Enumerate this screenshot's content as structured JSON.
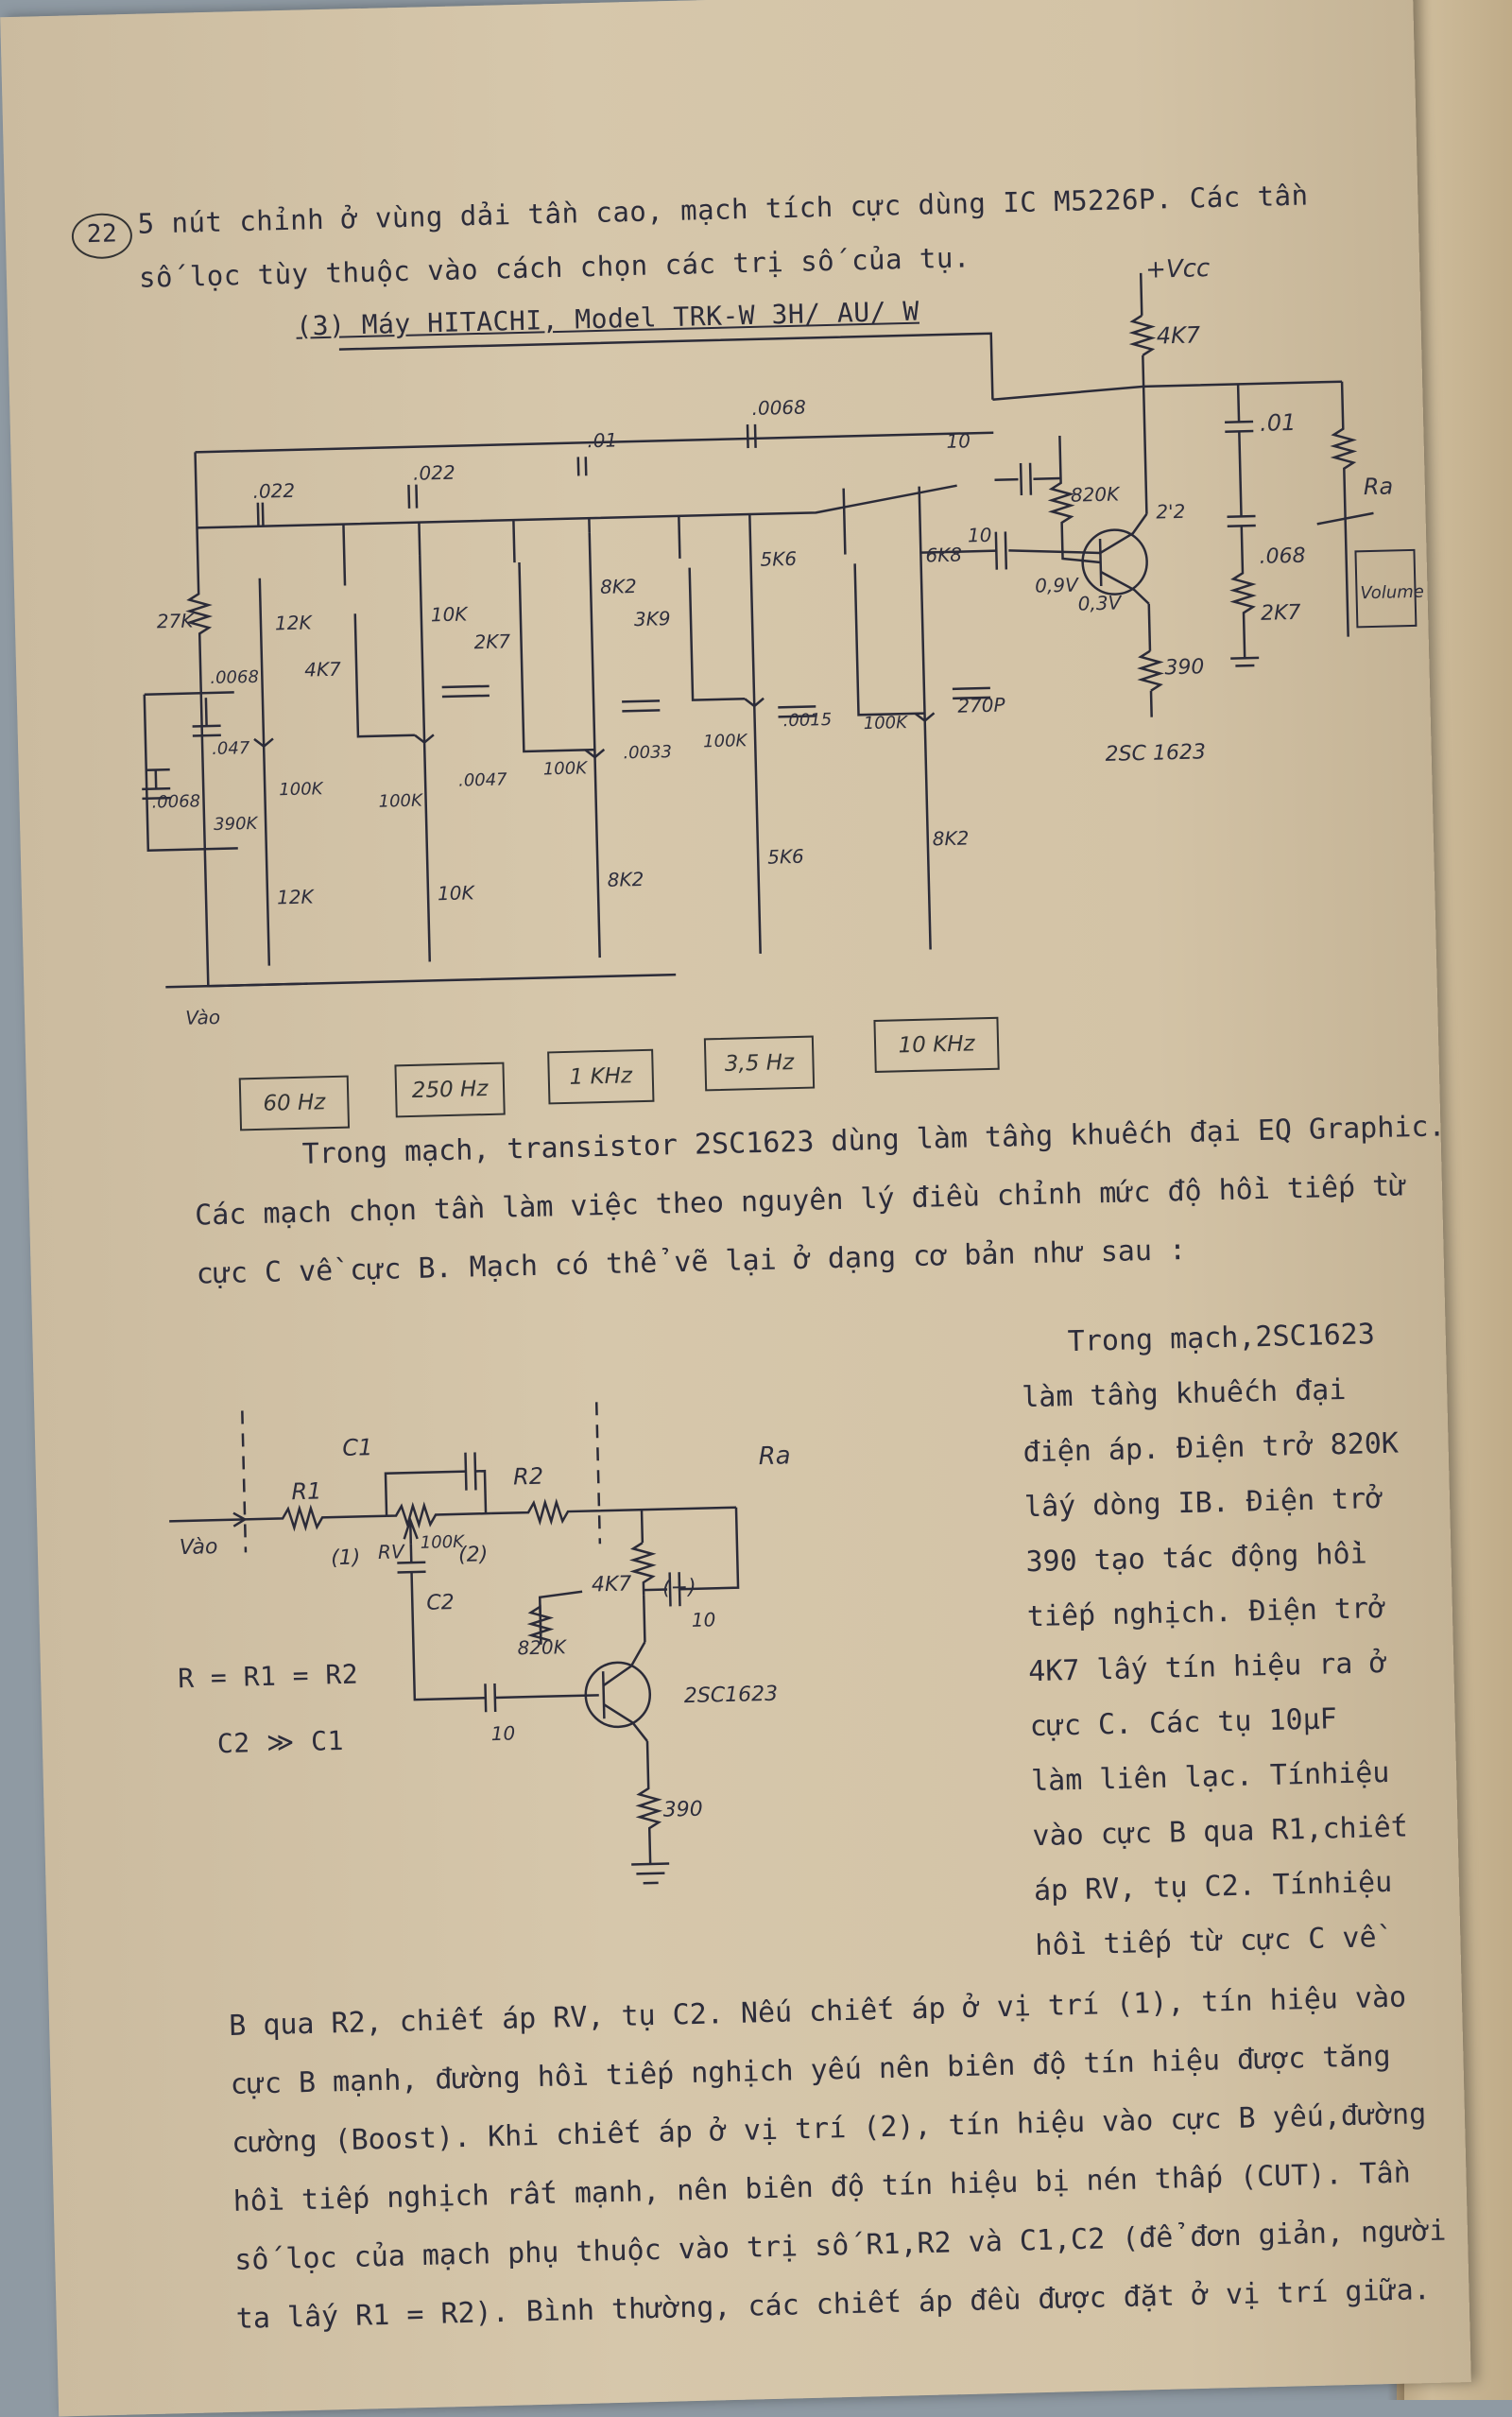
{
  "header": {
    "number": "22",
    "line1": "5 nút chỉnh ở vùng dải tần cao, mạch tích cực dùng IC M5226P. Các tần",
    "line2": "số lọc tùy thuộc vào cách chọn các trị số của tụ.",
    "model": "(3) Máy HITACHI, Model TRK-W 3H/ AU/ W"
  },
  "circuit1": {
    "labels": {
      "vcc": "+Vcc",
      "r4k7": "4K7",
      "c01a": ".01",
      "ra": "Ra",
      "volume": "Volume",
      "c068": ".068",
      "r2k7b": "2K7",
      "c022a": ".022",
      "c022b": ".022",
      "c01b": ".01",
      "c0068": ".0068",
      "c10a": "10",
      "c10b": "10",
      "r820k": "820K",
      "q2": "2'2",
      "v09": "0,9V",
      "v03": "0,3V",
      "r390": "390",
      "q_name": "2SC 1623",
      "r27k": "27K",
      "r12k": "12K",
      "r10k": "10K",
      "r8k2": "8K2",
      "r5k6": "5K6",
      "r6k8": "6K8",
      "r4k7b": "4K7",
      "r2k7": "2K7",
      "r3k9": "3K9",
      "c0068b": ".0068",
      "c047": ".047",
      "c0068c": ".0068",
      "r390k": "390K",
      "r100k": "100K",
      "c0047": ".0047",
      "c0033": ".0033",
      "c0015": ".0015",
      "c270p": "270P",
      "r12k2": "12K",
      "r10k2": "10K",
      "r8k2b": "8K2",
      "r5k6b": "5K6",
      "r8k2c": "8K2",
      "vao": "Vào"
    },
    "bands": [
      "60 Hz",
      "250 Hz",
      "1 KHz",
      "3,5 Hz",
      "10 KHz"
    ]
  },
  "paragraph1": [
    "Trong mạch, transistor 2SC1623 dùng làm tầng khuếch đại EQ Graphic.",
    "Các mạch chọn tần làm việc theo nguyên lý điều chỉnh mức độ hồi tiếp từ",
    "cực C về cực B. Mạch có thể vẽ lại ở dạng cơ bản như sau :"
  ],
  "circuit2": {
    "labels": {
      "c1": "C1",
      "r1": "R1",
      "r2": "R2",
      "ra": "Ra",
      "rv": "RV",
      "r100k": "100K",
      "p1": "(1)",
      "p2": "(2)",
      "vao": "Vào",
      "c2": "C2",
      "plus": "(+)",
      "r4k7": "4K7",
      "c10a": "10",
      "r820k": "820K",
      "q": "2SC1623",
      "c10b": "10",
      "r390": "390"
    },
    "eq1": "R = R1 = R2",
    "eq2": "C2 ≫ C1"
  },
  "side_text": [
    "Trong mạch,2SC1623",
    "làm tầng khuếch đại",
    "điện áp. Điện trở 820K",
    "lấy dòng IB. Điện trở",
    "390 tạo tác động hồi",
    "tiếp nghịch. Điện trở",
    "4K7 lấy tín hiệu ra ở",
    "cực C. Các tụ 10µF",
    "làm liên lạc. Tínhiệu",
    "vào cực B qua R1,chiết",
    "áp RV, tụ C2. Tínhiệu",
    "hồi tiếp từ cực C về"
  ],
  "paragraph2": [
    "B qua R2, chiết áp RV, tụ C2. Nếu chiết áp ở vị trí (1), tín hiệu vào",
    "cực B mạnh, đường hồi tiếp nghịch yếu nên biên độ tín hiệu được tăng",
    "cường (Boost). Khi chiết áp ở vị trí (2), tín hiệu vào cực B yếu,đường",
    "hồi tiếp nghịch rất mạnh, nên biên độ tín hiệu bị nén thấp (CUT). Tần",
    "số lọc của mạch phụ thuộc vào trị số R1,R2 và C1,C2 (để đơn giản, người",
    "ta lấy R1 = R2). Bình thường, các chiết áp đều được đặt ở vị trí giữa."
  ]
}
